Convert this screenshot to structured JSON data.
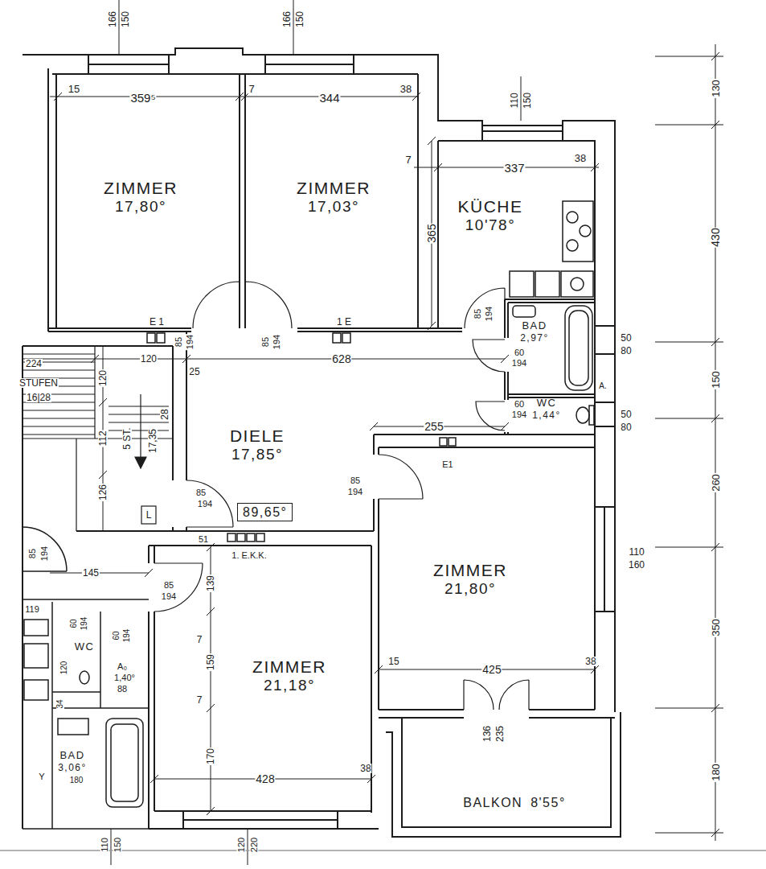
{
  "diagram": {
    "nodes": [
      {
        "text": [
          "ZIMMER",
          "17,80°"
        ]
      },
      {
        "text": [
          "ZIMMER",
          "17,03°"
        ]
      },
      {
        "text": [
          "KÜCHE",
          "10'78°"
        ]
      },
      {
        "text": [
          "BAD",
          "2,97°"
        ]
      },
      {
        "text": [
          "WC",
          "1,44°"
        ]
      },
      {
        "text": [
          "DIELE",
          "17,85°"
        ]
      },
      {
        "text": [
          "89,65°"
        ],
        "in": 5
      },
      {
        "text": [
          "ZIMMER",
          "21,80°"
        ]
      },
      {
        "text": [
          "WC"
        ]
      },
      {
        "text": [
          "ZIMMER",
          "21,18°"
        ]
      },
      {
        "text": [
          "BAD",
          "3,06°"
        ]
      },
      {
        "text": [
          "BALKON",
          "8'55°"
        ]
      }
    ],
    "labels": [
      "166",
      "150",
      "166",
      "150",
      "15",
      "359⁵",
      "7",
      "344",
      "38",
      "110",
      "150",
      "130",
      "7",
      "337",
      "38",
      "365",
      "430",
      "E 1",
      "85",
      "194",
      "85",
      "194",
      "1 E",
      "628",
      "85",
      "194",
      "60",
      "194",
      "50",
      "80",
      "150",
      "224",
      "120",
      "25",
      "STUFEN",
      "16|28",
      "120",
      "60",
      "194",
      "50",
      "80",
      "255",
      "E1",
      "5 ST.",
      "17,35",
      "28",
      "112",
      "260",
      "85",
      "194",
      "85",
      "194",
      "126",
      "85",
      "194",
      "51",
      "1. E.K.K.",
      "110",
      "160",
      "145",
      "85",
      "194",
      "139",
      "350",
      "119",
      "60",
      "194",
      "60",
      "194",
      "7",
      "159",
      "7",
      "120",
      "A₀",
      "1,40°",
      "88",
      "15",
      "425",
      "38",
      "34",
      "136",
      "235",
      "170",
      "180",
      "428",
      "38",
      "Y",
      "180",
      "110",
      "150",
      "120",
      "220",
      "L",
      "A."
    ]
  }
}
